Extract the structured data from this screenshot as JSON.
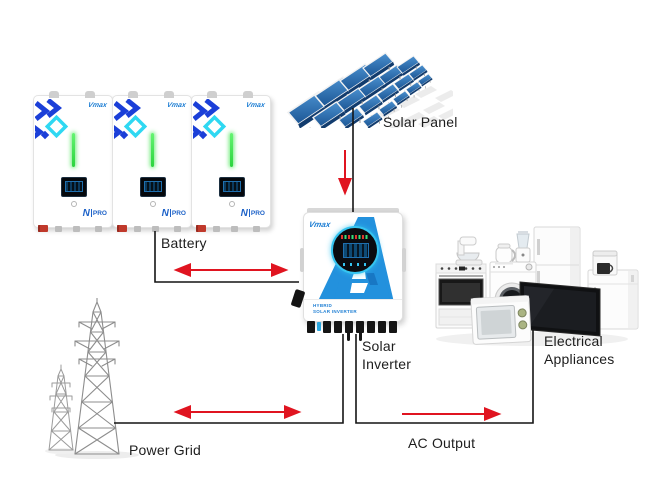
{
  "diagram": {
    "type": "hybrid-solar-energy-system-diagram",
    "labels": {
      "solar_panel": "Solar Panel",
      "battery": "Battery",
      "solar_inverter_line1": "Solar",
      "solar_inverter_line2": "Inverter",
      "electrical_appliances_line1": "Electrical",
      "electrical_appliances_line2": "Appliances",
      "power_grid": "Power Grid",
      "ac_output": "AC Output"
    },
    "battery_unit": {
      "brand": "Vmax",
      "model_prefix": "N",
      "model_suffix": "PRO",
      "count": 3
    },
    "inverter_unit": {
      "brand": "Vmax",
      "type_line1": "HYBRID",
      "type_line2": "SOLAR INVERTER"
    },
    "connections": [
      {
        "from": "solar-panel",
        "to": "solar-inverter",
        "direction": "one-way"
      },
      {
        "from": "battery",
        "to": "solar-inverter",
        "direction": "two-way"
      },
      {
        "from": "power-grid",
        "to": "solar-inverter",
        "direction": "two-way"
      },
      {
        "from": "solar-inverter",
        "to": "electrical-appliances",
        "direction": "one-way",
        "label": "AC Output"
      }
    ],
    "colors": {
      "arrow_red": "#e01420",
      "line_black": "#141414",
      "brand_blue": "#1f7fd4",
      "logo_navy": "#1b3fd8",
      "logo_cyan": "#2fd8f2",
      "led_green": "#39e14b",
      "panel_blue": "#2a6ab5"
    }
  }
}
